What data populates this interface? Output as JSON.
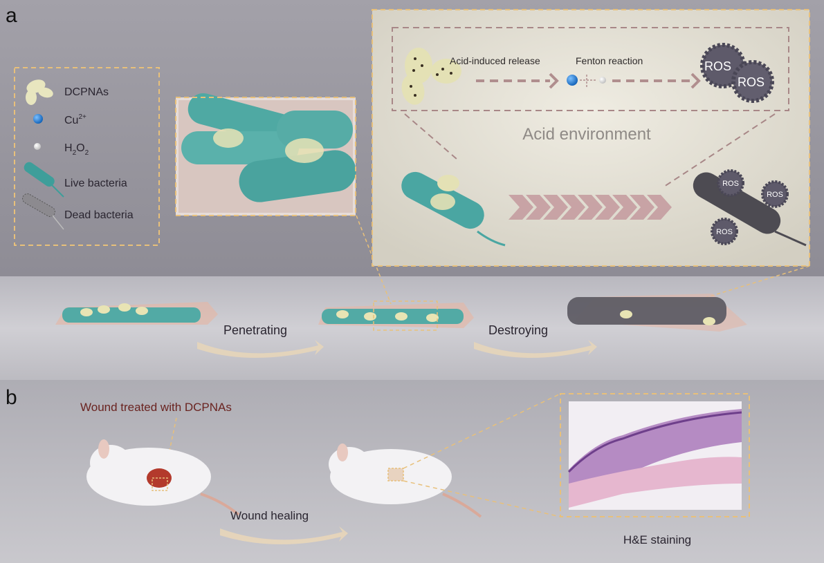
{
  "panel_a": {
    "label": "a",
    "legend": {
      "dcpnas": "DCPNAs",
      "cu": "Cu",
      "cu_sup": "2+",
      "h2o2_h": "H",
      "h2o2_sub1": "2",
      "h2o2_o": "O",
      "h2o2_sub2": "2",
      "live": "Live bacteria",
      "dead": "Dead bacteria"
    },
    "inset": {
      "acid_release": "Acid-induced release",
      "fenton": "Fenton reaction",
      "ros": "ROS",
      "acid_env": "Acid environment"
    },
    "steps": {
      "penetrating": "Penetrating",
      "destroying": "Destroying"
    }
  },
  "panel_b": {
    "label": "b",
    "wound_label": "Wound treated with DCPNAs",
    "healing": "Wound healing",
    "stain": "H&E staining"
  },
  "colors": {
    "dash_tan": "#e8c07a",
    "dash_mauve": "#a88787",
    "bacteria_live": "#4fa9a3",
    "bacteria_dead": "#55535a",
    "cu": "#1f78d0"
  }
}
